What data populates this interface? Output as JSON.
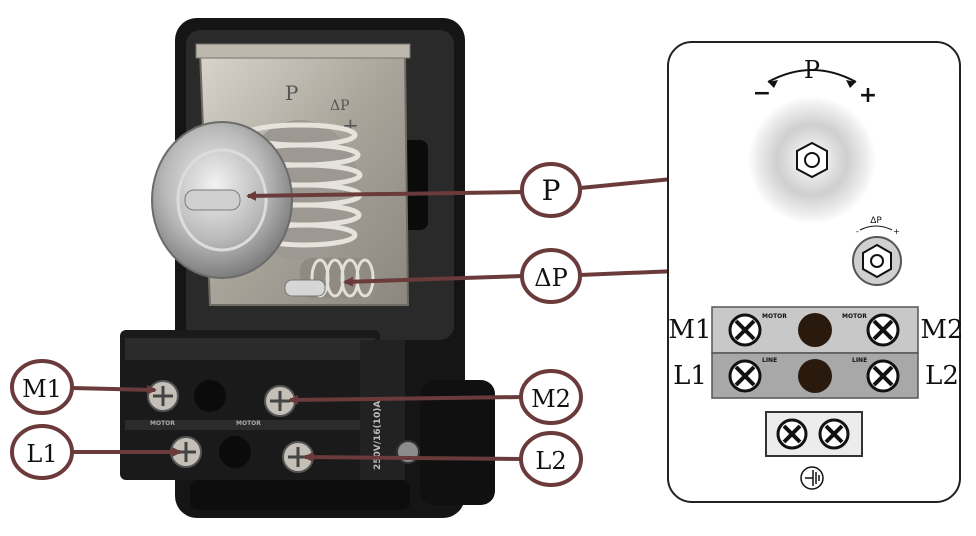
{
  "photo": {
    "engraved_p": "P",
    "engraved_dp": "ΔP",
    "engraved_plus": "+",
    "terminal_marks": [
      "MOTOR",
      "MOTOR"
    ],
    "rating": "250V/16(10)A"
  },
  "callouts": {
    "p": "P",
    "dp": "ΔP",
    "m1": "M1",
    "m2": "M2",
    "l1": "L1",
    "l2": "L2"
  },
  "schematic": {
    "dial_label": "P",
    "minus": "−",
    "plus": "+",
    "dp_label": "ΔP",
    "dp_minus": "-",
    "dp_plus": "+",
    "motor_left": "MOTOR",
    "motor_right": "MOTOR",
    "line_left": "LINE",
    "line_right": "LINE",
    "side_m1": "M1",
    "side_m2": "M2",
    "side_l1": "L1",
    "side_l2": "L2",
    "ground_icon": "ground-symbol-icon"
  },
  "colors": {
    "callout": "#6b3a3a",
    "arrow": "#6b3a3a",
    "panel_border": "#222222",
    "terminal_top": "#c8c8c8",
    "terminal_bottom": "#a8a8a8"
  }
}
